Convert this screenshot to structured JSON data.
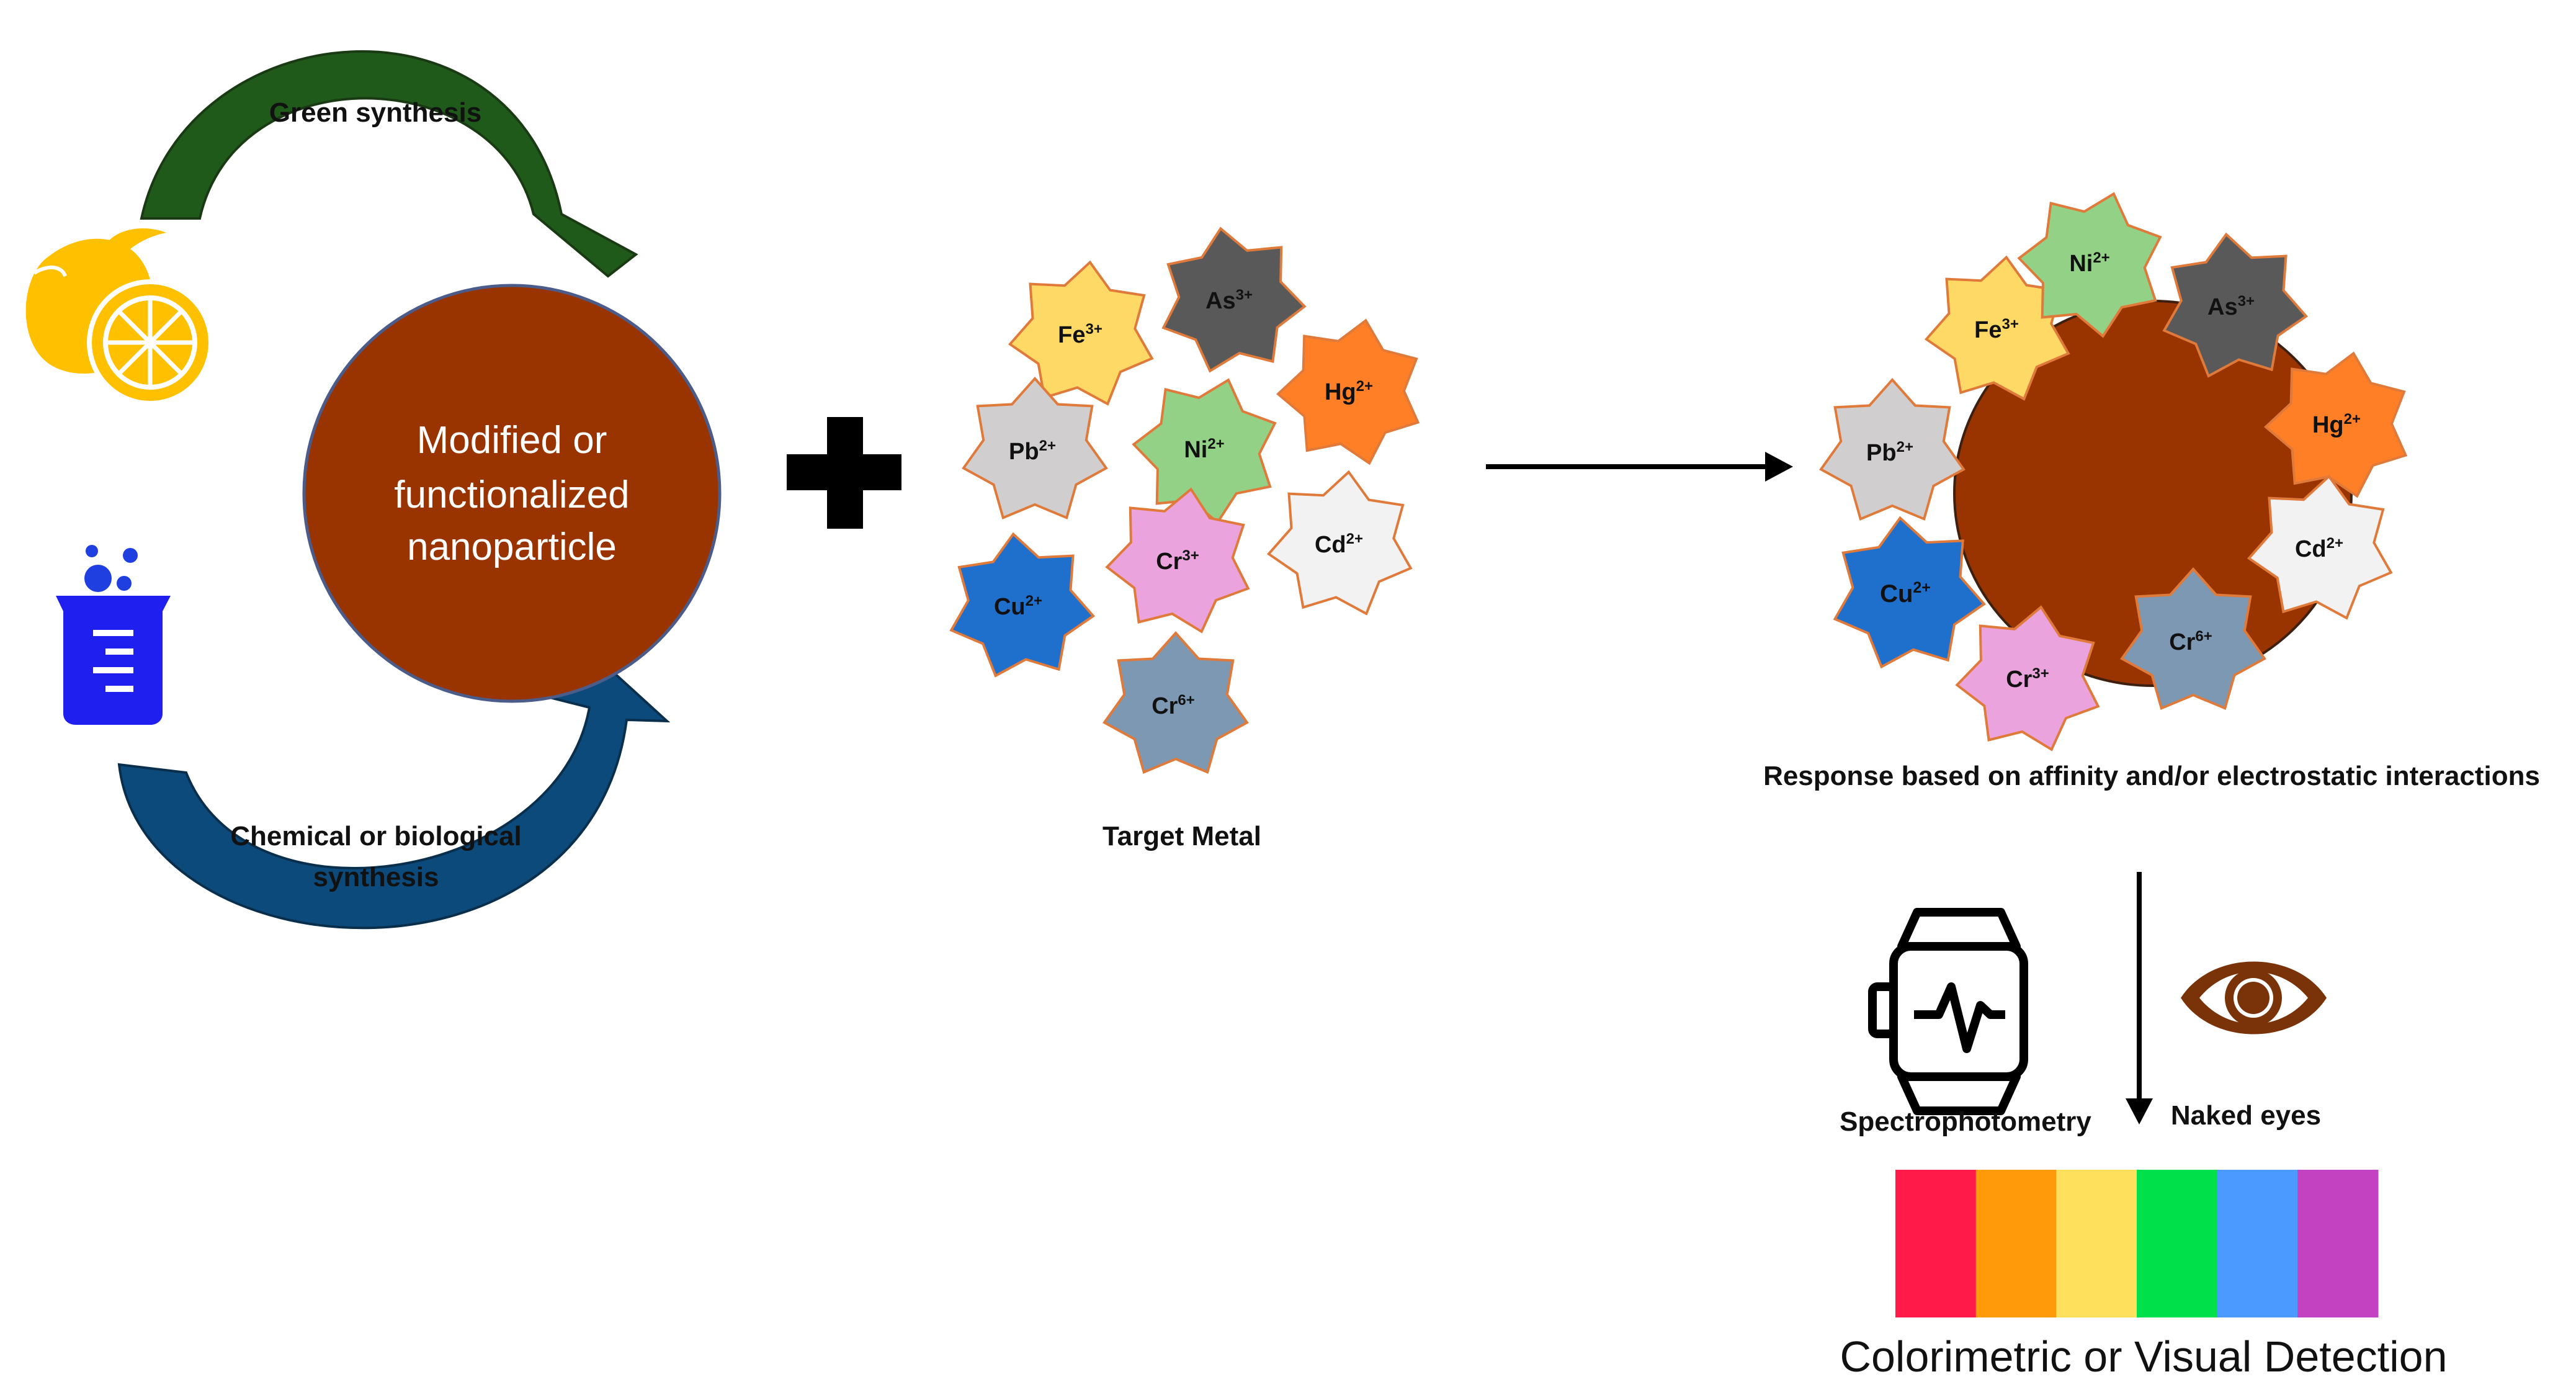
{
  "synthesis": {
    "green_label": "Green synthesis",
    "chemical_label_line1": "Chemical or biological",
    "chemical_label_line2": "synthesis"
  },
  "nanoparticle": {
    "line1": "Modified or",
    "line2": "functionalized",
    "line3": "nanoparticle",
    "color": "#993300"
  },
  "target_metal": {
    "label": "Target Metal",
    "ions": [
      {
        "name": "Fe",
        "charge": "3+",
        "color": "#ffd966"
      },
      {
        "name": "As",
        "charge": "3+",
        "color": "#595959"
      },
      {
        "name": "Hg",
        "charge": "2+",
        "color": "#ff7f27"
      },
      {
        "name": "Pb",
        "charge": "2+",
        "color": "#d0cece"
      },
      {
        "name": "Ni",
        "charge": "2+",
        "color": "#93d286"
      },
      {
        "name": "Cd",
        "charge": "2+",
        "color": "#f2f2f2"
      },
      {
        "name": "Cu",
        "charge": "2+",
        "color": "#1f6fcc"
      },
      {
        "name": "Cr",
        "charge": "3+",
        "color": "#eaa3dc"
      },
      {
        "name": "Cr",
        "charge": "6+",
        "color": "#7d98b3"
      }
    ]
  },
  "response": {
    "label": "Response based on affinity and/or electrostatic interactions"
  },
  "detection": {
    "spectro_label": "Spectrophotometry",
    "eyes_label": "Naked eyes",
    "title": "Colorimetric or Visual Detection",
    "colors": [
      "#ff1a4a",
      "#ff9a0a",
      "#ffe05c",
      "#00e04a",
      "#4a9aff",
      "#c242c2"
    ]
  }
}
